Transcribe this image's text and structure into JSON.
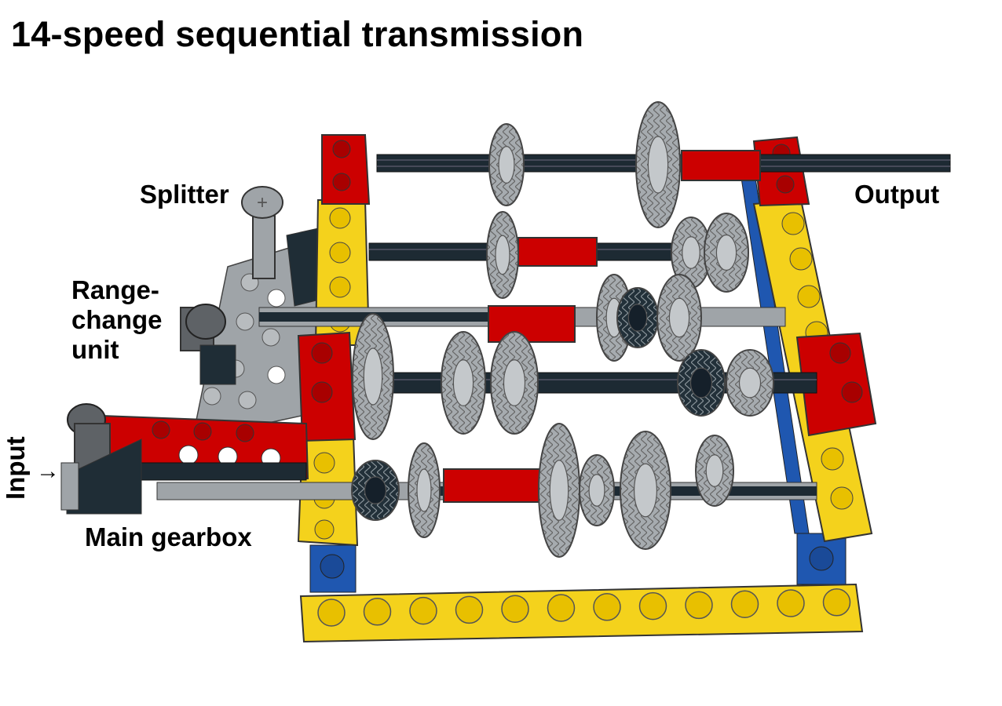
{
  "title": "14-speed sequential transmission",
  "labels": {
    "splitter": "Splitter",
    "output": "Output",
    "range_line1": "Range-",
    "range_line2": "change",
    "range_line3": "unit",
    "main_gearbox": "Main gearbox",
    "input": "Input",
    "input_arrow": "→"
  },
  "colors": {
    "yellow": "#f4d21c",
    "red": "#cc0000",
    "blue": "#1f57b0",
    "light_gray": "#a0a5a9",
    "dark_gray": "#5e6266",
    "axle": "#1d2a33",
    "outline": "#333333"
  }
}
